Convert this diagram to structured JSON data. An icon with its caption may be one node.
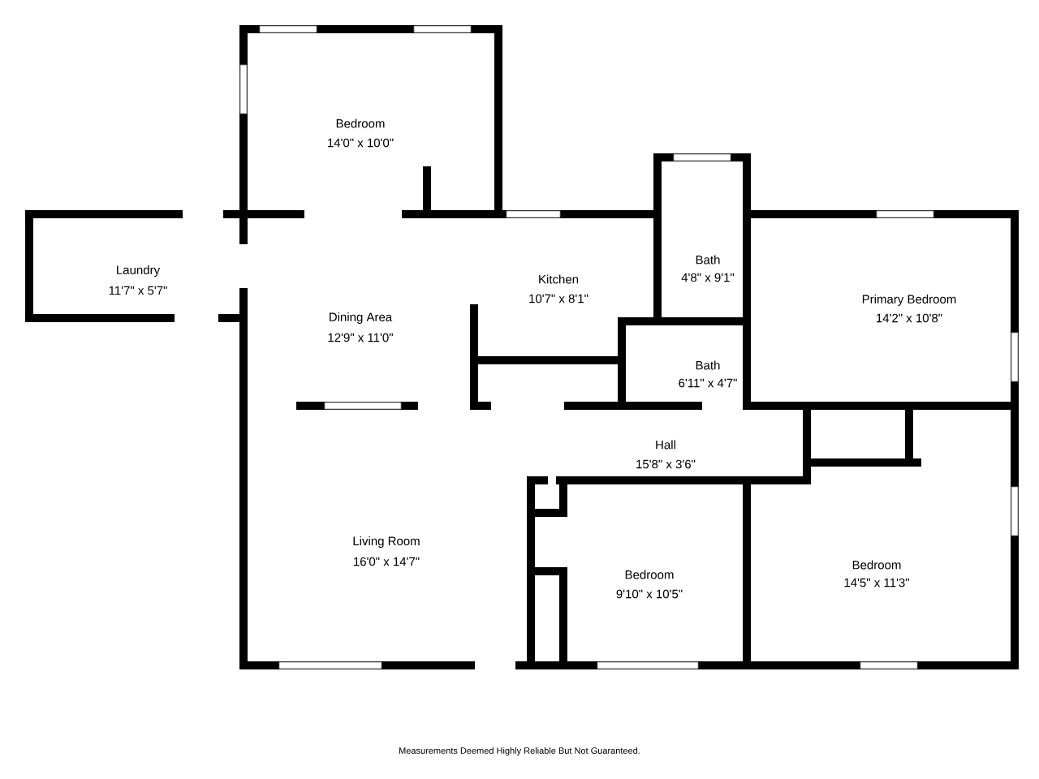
{
  "diagram": {
    "labels": [
      "Bedroom",
      "14'0\" x 10'0\"",
      "Laundry",
      "11'7\" x 5'7\"",
      "Kitchen",
      "10'7\" x 8'1\"",
      "Bath",
      "4'8\" x 9'1\"",
      "Dining Area",
      "12'9\" x 11'0\"",
      "Primary Bedroom",
      "14'2\" x 10'8\"",
      "Bath",
      "6'11\" x 4'7\"",
      "Hall",
      "15'8\" x 3'6\"",
      "Living Room",
      "16'0\" x 14'7\"",
      "Bedroom",
      "9'10\" x 10'5\"",
      "Bedroom",
      "14'5\" x 11'3\"",
      "Measurements Deemed Highly Reliable But Not Guaranteed."
    ]
  }
}
